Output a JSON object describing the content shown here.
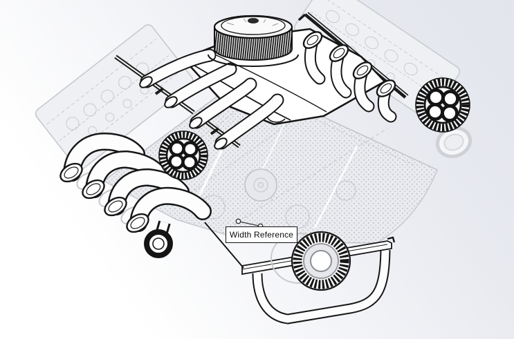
{
  "viewport": {
    "kind": "cad-3d-viewport",
    "background_top_right": "#e2e5ec",
    "background_bottom_left": "#ffffff"
  },
  "annotation": {
    "label": "Width Reference",
    "leader_color": "#3a3a3a",
    "box_border_color": "#111111",
    "box_fill_color": "#ffffff"
  },
  "drawing": {
    "edge_color": "#1b1b1b",
    "ghost_edge_color": "#c7c9cf",
    "ghost_fill_color": "#edeff2",
    "parts": [
      "air-cleaner",
      "intake-manifold",
      "intake-runners-left",
      "intake-runners-right",
      "timing-gear-left",
      "timing-gear-right",
      "thermostat-housing",
      "engine-block-ghost",
      "left-cylinder-head-ghost",
      "right-cylinder-head-ghost",
      "distributor-ghost",
      "exhaust-headers",
      "collector-outlet",
      "harmonic-balancer",
      "crossmember-bar",
      "support-tube"
    ]
  }
}
